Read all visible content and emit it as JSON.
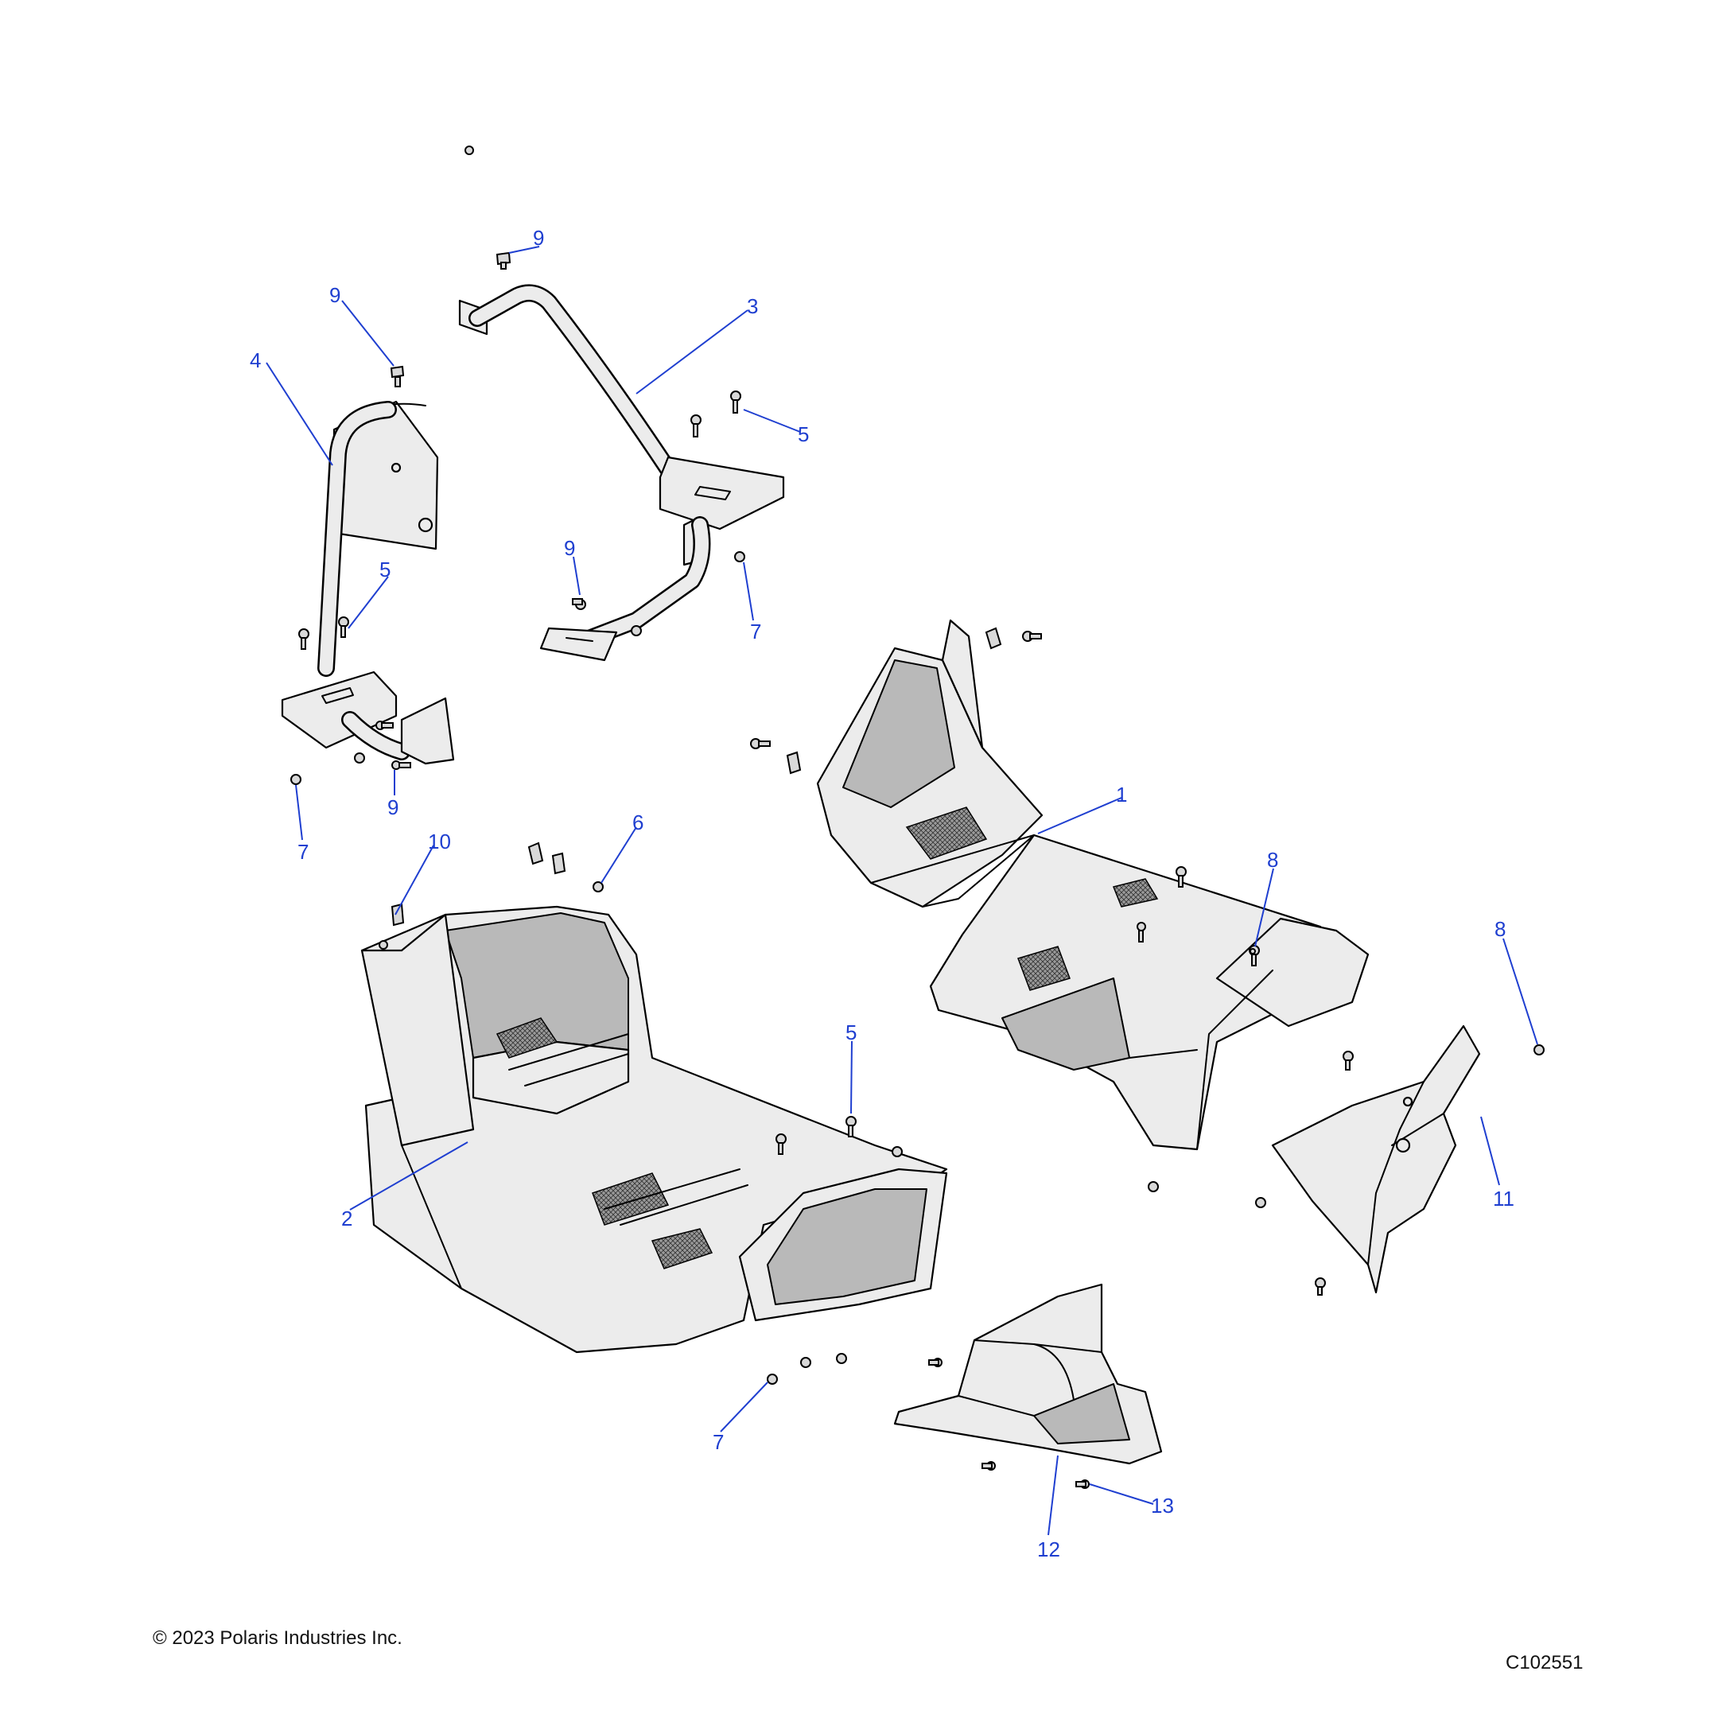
{
  "copyright": "© 2023 Polaris Industries Inc.",
  "figure_id": "C102551",
  "callouts": [
    {
      "id": "c9a",
      "label": "9"
    },
    {
      "id": "c9b",
      "label": "9"
    },
    {
      "id": "c4",
      "label": "4"
    },
    {
      "id": "c3",
      "label": "3"
    },
    {
      "id": "c5a",
      "label": "5"
    },
    {
      "id": "c5b",
      "label": "5"
    },
    {
      "id": "c9c",
      "label": "9"
    },
    {
      "id": "c7a",
      "label": "7"
    },
    {
      "id": "c9d",
      "label": "9"
    },
    {
      "id": "c7b",
      "label": "7"
    },
    {
      "id": "c1",
      "label": "1"
    },
    {
      "id": "c10",
      "label": "10"
    },
    {
      "id": "c6",
      "label": "6"
    },
    {
      "id": "c8a",
      "label": "8"
    },
    {
      "id": "c8b",
      "label": "8"
    },
    {
      "id": "c5c",
      "label": "5"
    },
    {
      "id": "c2",
      "label": "2"
    },
    {
      "id": "c11",
      "label": "11"
    },
    {
      "id": "c7c",
      "label": "7"
    },
    {
      "id": "c12",
      "label": "12"
    },
    {
      "id": "c13",
      "label": "13"
    }
  ]
}
